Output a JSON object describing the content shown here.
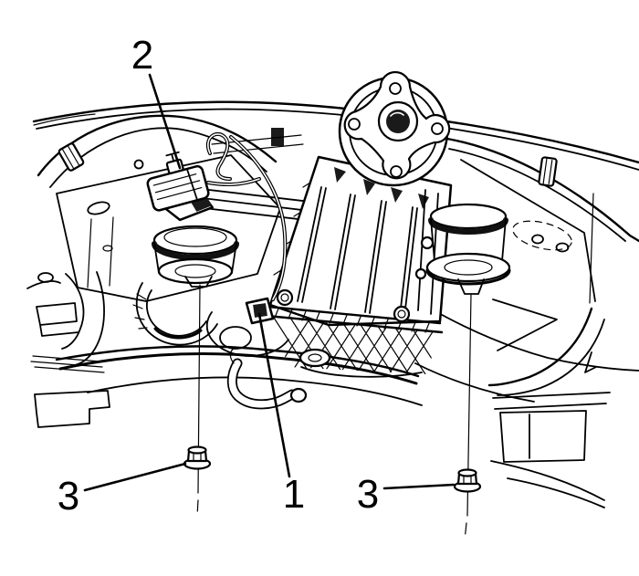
{
  "figure": {
    "paper_color": "#ffffff",
    "ink_color": "#000000",
    "callouts": {
      "one": {
        "label": "1"
      },
      "two": {
        "label": "2"
      },
      "three_left": {
        "label": "3"
      },
      "three_right": {
        "label": "3"
      }
    }
  }
}
